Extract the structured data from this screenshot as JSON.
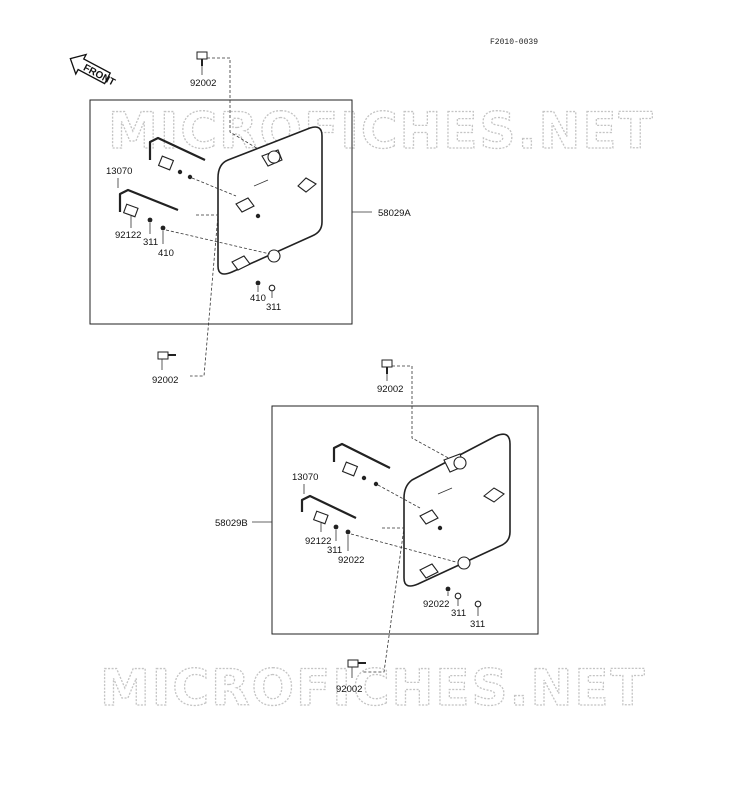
{
  "figure_id": "F2010-0039",
  "front_label": "FRONT",
  "watermark": "MICROFICHES.NET",
  "colors": {
    "line": "#222222",
    "watermark": "#c4c4c4",
    "background": "#ffffff"
  },
  "assemblies": [
    {
      "assembly_label": "58029A",
      "labels": {
        "bolt_top": "92002",
        "spring": "13070",
        "collar": "92122",
        "washer_a": "311",
        "nut_a": "410",
        "nut_b": "410",
        "washer_b": "311",
        "bolt_bottom": "92002"
      }
    },
    {
      "assembly_label": "58029B",
      "labels": {
        "bolt_top": "92002",
        "spring": "13070",
        "collar": "92122",
        "washer_a": "311",
        "nut_a": "92022",
        "nut_b": "92022",
        "washer_b": "311",
        "washer_c": "311",
        "bolt_bottom": "92002"
      }
    }
  ]
}
